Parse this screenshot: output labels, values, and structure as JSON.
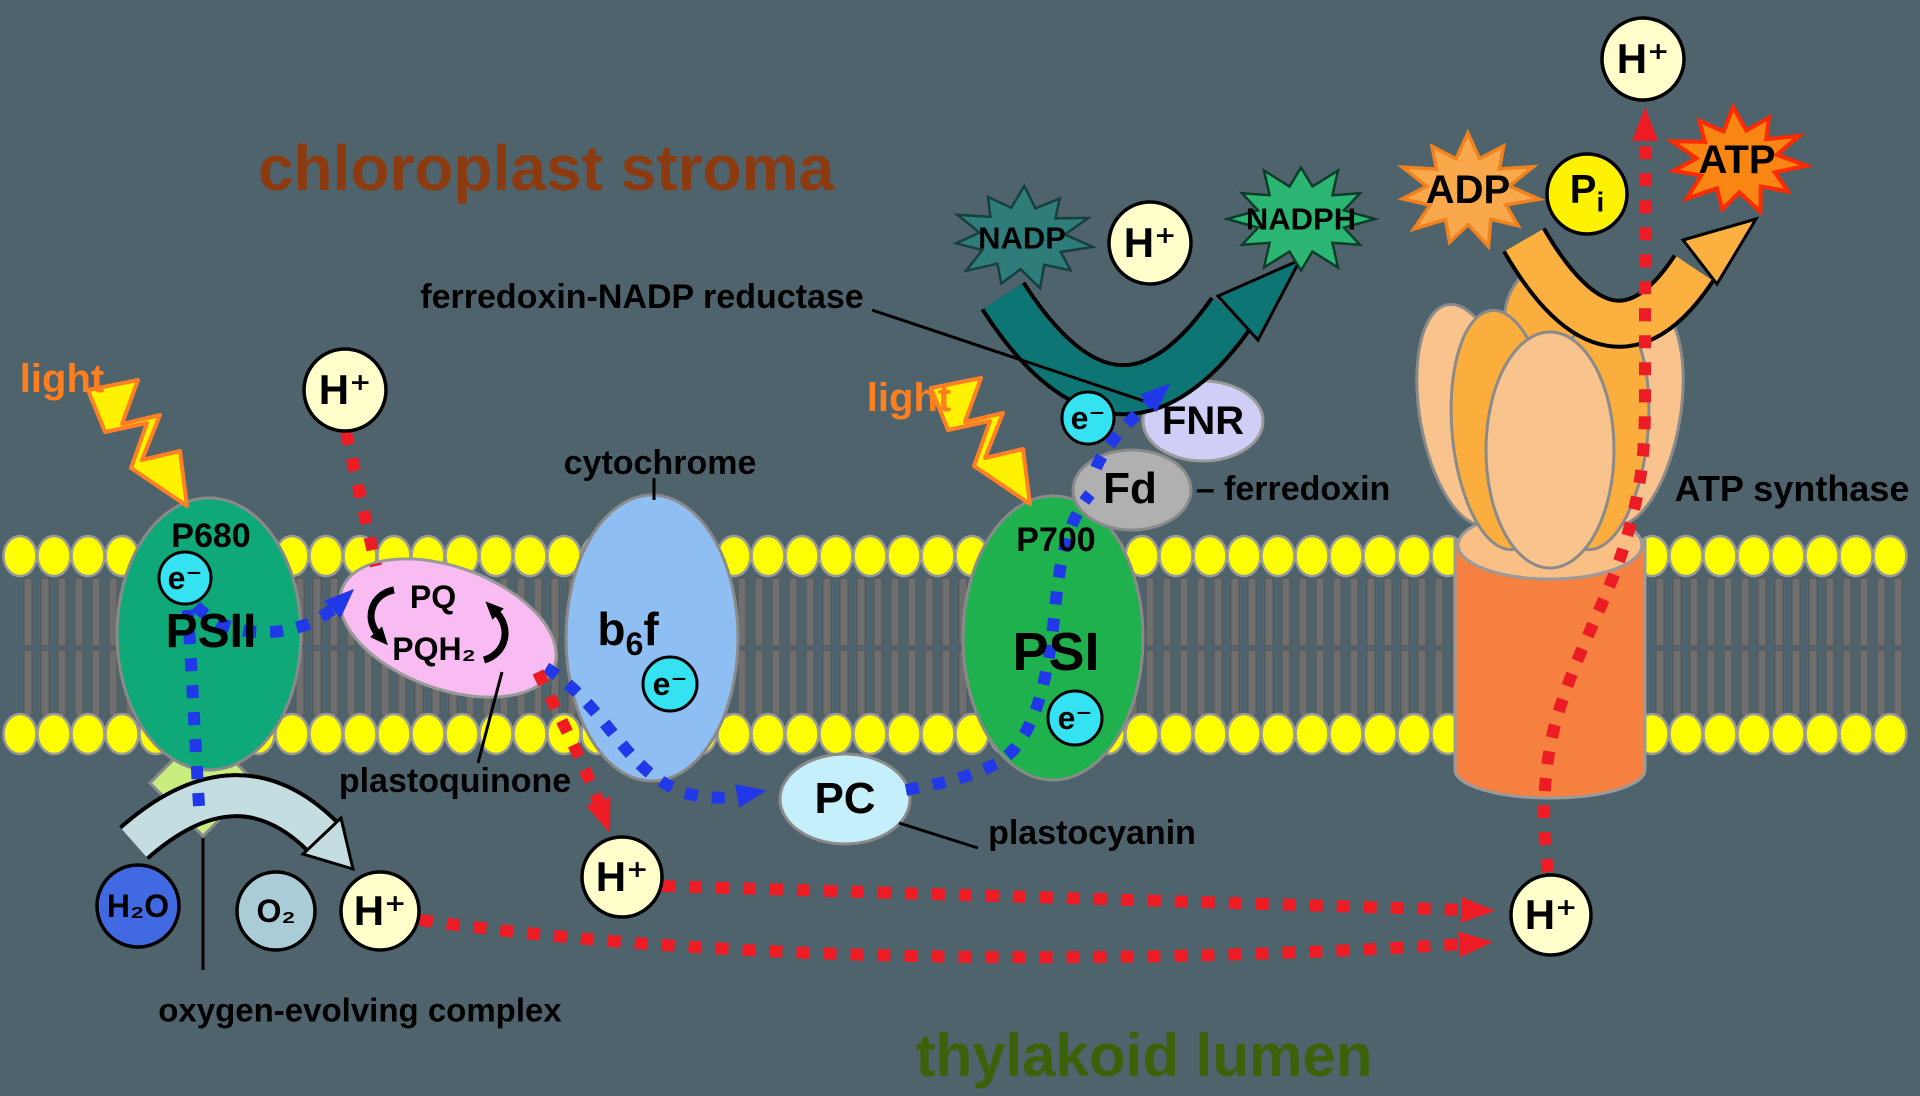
{
  "title": {
    "stroma": "chloroplast stroma",
    "lumen": "thylakoid lumen"
  },
  "labels": {
    "light": "light",
    "ferredoxin_nadp_reductase": "ferredoxin-NADP reductase",
    "cytochrome": "cytochrome",
    "plastoquinone": "plastoquinone",
    "plastocyanin": "plastocyanin",
    "ferredoxin": "– ferredoxin",
    "oxygen_evolving_complex": "oxygen-evolving complex",
    "atp_synthase": "ATP synthase"
  },
  "complexes": {
    "psii": "PSII",
    "p680": "P680",
    "psi": "PSI",
    "p700": "P700",
    "b6f_main": "b",
    "b6f_sub": "6",
    "b6f_suffix": "f"
  },
  "molecules": {
    "h_plus": "H⁺",
    "e_minus": "e⁻",
    "h2o": "H₂O",
    "o2": "O₂",
    "pq": "PQ",
    "pqh2": "PQH₂",
    "pc": "PC",
    "fd": "Fd",
    "fnr": "FNR",
    "nadp": "NADP",
    "nadph": "NADPH",
    "adp": "ADP",
    "atp": "ATP",
    "p_main": "P",
    "p_sub": "i"
  },
  "colors": {
    "background": "#4F636C",
    "stroma_text": "#8C3A10",
    "lumen_text": "#3B6109",
    "light_text": "#FF7F1F",
    "membrane_head": "#FFFF00",
    "membrane_tail": "#6F6F6F",
    "psii_fill": "#0FA878",
    "psi_fill": "#1EB14E",
    "b6f_fill": "#8FBEF2",
    "pq_fill": "#F9BCF2",
    "pc_fill": "#C5F0FB",
    "fd_fill": "#B0B0B0",
    "fnr_fill": "#CFCEF7",
    "oec_fill": "#C9EE7F",
    "h_plus_fill": "#FFFFCC",
    "e_minus_fill": "#35E2F2",
    "h2o_fill": "#4169E1",
    "o2_fill": "#A9CCD6",
    "nadp_fill": "#2E7D7A",
    "nadph_fill": "#2BB673",
    "adp_fill": "#F9A94C",
    "atp_fill": "#F98612",
    "pi_fill": "#FFF200",
    "atp_synthase_barrel": "#F5803F",
    "atp_synthase_petal_light": "#F9C38D",
    "atp_synthase_petal_gold": "#FBAE3E",
    "electron_path": "#2038E8",
    "proton_path": "#ED1C24",
    "nadph_arrow": "#0E7575",
    "atp_arrow": "#FBB040",
    "water_arrow": "#C4DDE0",
    "lightning_fill": "#FFF200",
    "lightning_stroke": "#FF7F27"
  }
}
